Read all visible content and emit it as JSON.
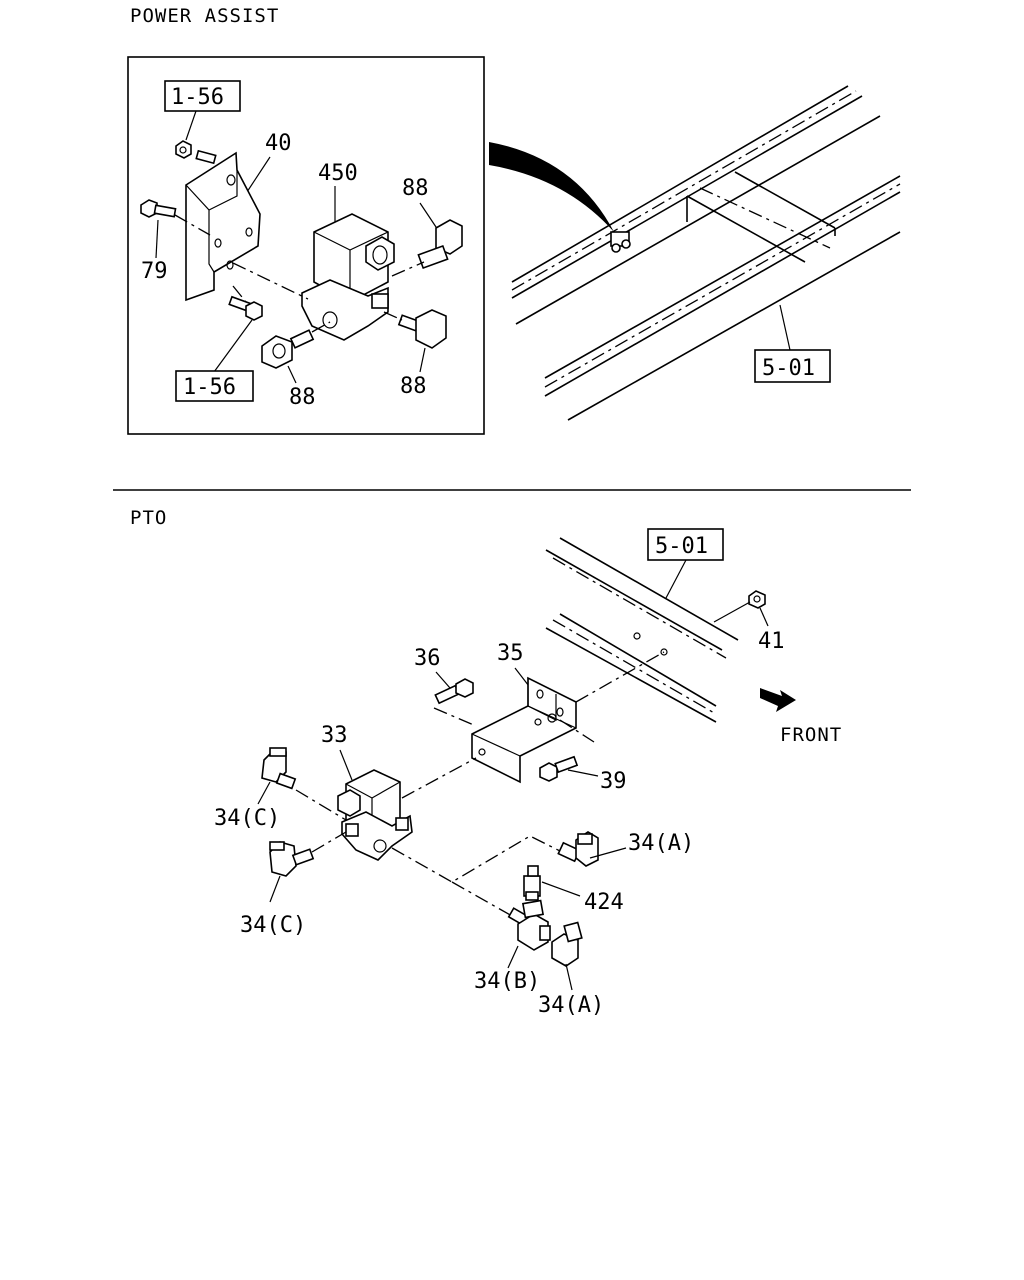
{
  "sections": {
    "power_assist": {
      "title": "POWER ASSIST",
      "callouts": {
        "ref_top": "1-56",
        "ref_bottom": "1-56",
        "ref_frame": "5-01",
        "bracket": "40",
        "valve": "450",
        "bolt": "79",
        "fitting_top_right": "88",
        "fitting_bottom_left": "88",
        "fitting_bottom_right": "88"
      }
    },
    "pto": {
      "title": "PTO",
      "callouts": {
        "ref_frame": "5-01",
        "nut": "41",
        "bolt_top": "36",
        "bracket": "35",
        "valve": "33",
        "bolt_bottom": "39",
        "elbow_c_top": "34(C)",
        "elbow_c_bottom": "34(C)",
        "elbow_a_top": "34(A)",
        "elbow_a_bottom": "34(A)",
        "tee_b": "34(B)",
        "connector": "424",
        "direction": "FRONT"
      }
    }
  }
}
